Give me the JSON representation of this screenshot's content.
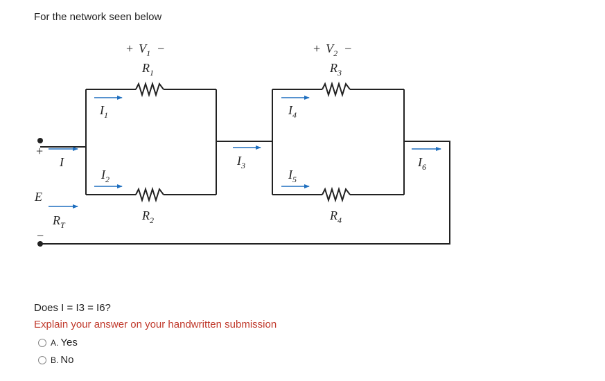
{
  "prompt": "For the network seen below",
  "diagram": {
    "source_plus": "+",
    "source_minus": "−",
    "source_label": "E",
    "voltages": {
      "v1": {
        "plus": "+",
        "sym": "V",
        "sub": "1",
        "minus": "−"
      },
      "v2": {
        "plus": "+",
        "sym": "V",
        "sub": "2",
        "minus": "−"
      }
    },
    "resistors": {
      "r1": {
        "sym": "R",
        "sub": "1"
      },
      "r2": {
        "sym": "R",
        "sub": "2"
      },
      "r3": {
        "sym": "R",
        "sub": "3"
      },
      "r4": {
        "sym": "R",
        "sub": "4"
      },
      "rt": {
        "sym": "R",
        "sub": "T"
      }
    },
    "currents": {
      "i": {
        "sym": "I",
        "sub": ""
      },
      "i1": {
        "sym": "I",
        "sub": "1"
      },
      "i2": {
        "sym": "I",
        "sub": "2"
      },
      "i3": {
        "sym": "I",
        "sub": "3"
      },
      "i4": {
        "sym": "I",
        "sub": "4"
      },
      "i5": {
        "sym": "I",
        "sub": "5"
      },
      "i6": {
        "sym": "I",
        "sub": "6"
      }
    },
    "wire_color": "#222222",
    "arrow_color": "#1f6fbf"
  },
  "question": "Does I = I3 = I6?",
  "instruction": "Explain your answer on your handwritten submission",
  "instruction_color": "#c0392b",
  "choices": [
    {
      "letter": "A.",
      "text": "Yes",
      "selected": false
    },
    {
      "letter": "B.",
      "text": "No",
      "selected": false
    }
  ]
}
